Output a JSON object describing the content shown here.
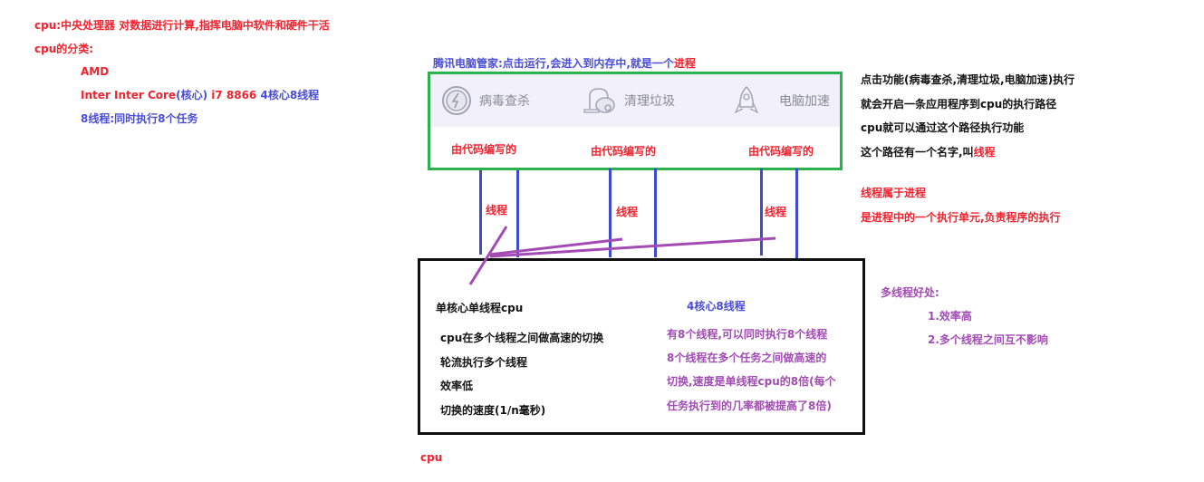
{
  "intro": {
    "definition": "cpu:中央处理器 对数据进行计算,指挥电脑中软件和硬件干活",
    "classification_label": "cpu的分类:",
    "amd": "AMD",
    "intel_prefix": "Inter Inter Core",
    "intel_core_paren": "(核心)",
    "intel_model": " i7 8866 ",
    "intel_threads": "4核心8线程",
    "threads_note": "8线程:同时执行8个任务"
  },
  "app": {
    "caption_prefix": "腾讯电脑管家:点击运行,会进入到内存中,就是一个",
    "caption_highlight": "进程",
    "features": [
      {
        "label": "病毒查杀",
        "icon": "virus-scan-icon"
      },
      {
        "label": "清理垃圾",
        "icon": "vacuum-cleaner-icon"
      },
      {
        "label": "电脑加速",
        "icon": "rocket-icon"
      }
    ],
    "code_labels": [
      "由代码编写的",
      "由代码编写的",
      "由代码编写的"
    ]
  },
  "thread_labels": [
    "线程",
    "线程",
    "线程"
  ],
  "explanation": {
    "lines": [
      "点击功能(病毒查杀,清理垃圾,电脑加速)执行",
      "就会开启一条应用程序到cpu的执行路径",
      "cpu就可以通过这个路径执行功能"
    ],
    "name_prefix": "这个路径有一个名字,叫",
    "name_highlight": "线程",
    "belongs": "线程属于进程",
    "unit": "是进程中的一个执行单元,负责程序的执行"
  },
  "cpu_box": {
    "single_title": "单核心单线程cpu",
    "single_lines": [
      "cpu在多个线程之间做高速的切换",
      "轮流执行多个线程",
      "效率低",
      "切换的速度(1/n毫秒)"
    ],
    "multi_title": "4核心8线程",
    "multi_lines": [
      "有8个线程,可以同时执行8个线程",
      "8个线程在多个任务之间做高速的",
      "切换,速度是单线程cpu的8倍(每个",
      "任务执行到的几率都被提高了8倍)"
    ],
    "caption": "cpu"
  },
  "benefits": {
    "title": "多线程好处:",
    "items": [
      "1.效率高",
      "2.多个线程之间互不影响"
    ]
  },
  "colors": {
    "red": "#f2232e",
    "blue": "#4a4dd6",
    "purple": "#a24bb5",
    "green": "#2bb24c",
    "thread_line": "#3e4bce"
  }
}
